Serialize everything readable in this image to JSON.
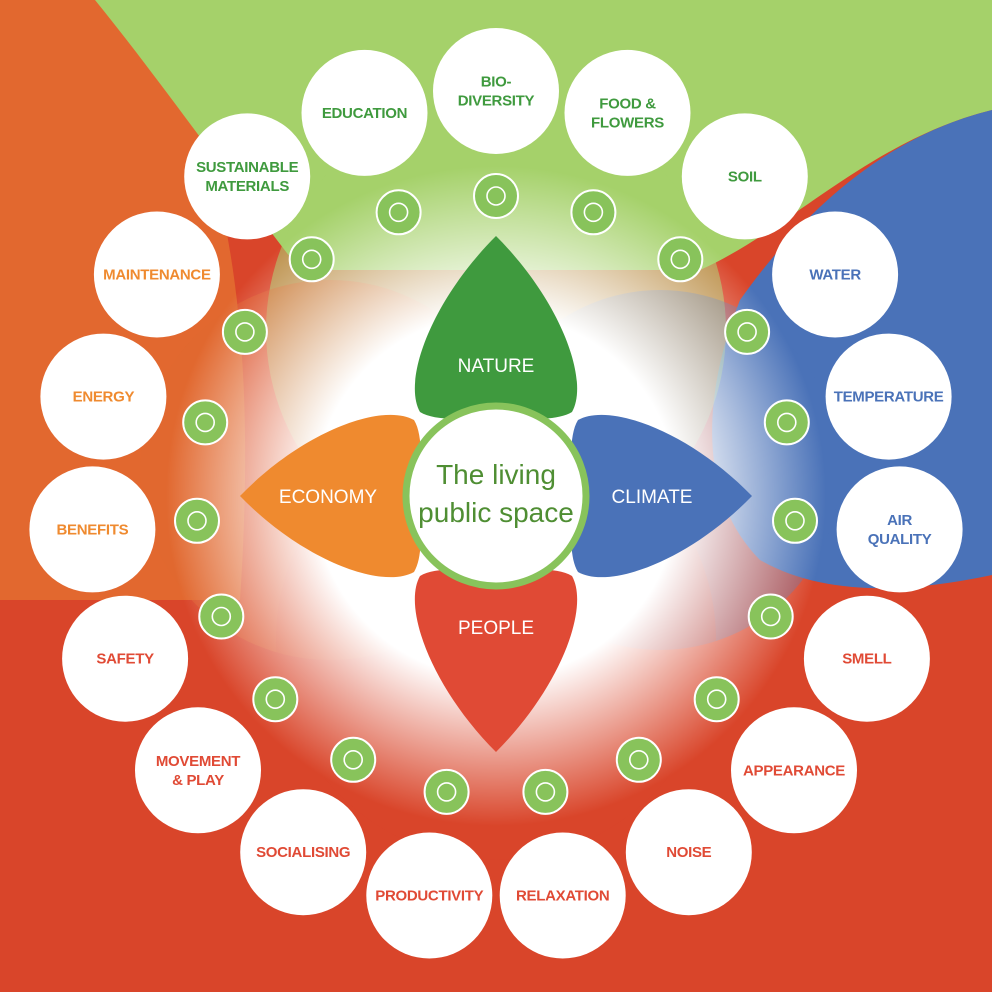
{
  "title_lines": [
    "The living",
    "public space"
  ],
  "colors": {
    "nature": "#3f9a3e",
    "climate": "#4a72b8",
    "economy": "#ef8a2f",
    "people": "#e04a35",
    "icon_bg": "#88c35b",
    "bg_green": "#a5d16a",
    "bg_orange": "#e2682f",
    "bg_blue": "#4a72b8",
    "bg_red": "#d9452a"
  },
  "petals": {
    "nature": "NATURE",
    "climate": "CLIMATE",
    "economy": "ECONOMY",
    "people": "PEOPLE"
  },
  "items": [
    {
      "id": "biodiversity",
      "label": [
        "BIO-",
        "DIVERSITY"
      ],
      "category": "nature",
      "icon": "bee-icon"
    },
    {
      "id": "food-flowers",
      "label": [
        "FOOD &",
        "FLOWERS"
      ],
      "category": "nature",
      "icon": "flower-icon"
    },
    {
      "id": "soil",
      "label": [
        "SOIL"
      ],
      "category": "nature",
      "icon": "sprout-icon"
    },
    {
      "id": "water",
      "label": [
        "WATER"
      ],
      "category": "climate",
      "icon": "water-drop-icon"
    },
    {
      "id": "temperature",
      "label": [
        "TEMPERATURE"
      ],
      "category": "climate",
      "icon": "thermometer-icon"
    },
    {
      "id": "air-quality",
      "label": [
        "AIR",
        "QUALITY"
      ],
      "category": "climate",
      "icon": "leaf-icon"
    },
    {
      "id": "smell",
      "label": [
        "SMELL"
      ],
      "category": "people",
      "icon": "nose-icon"
    },
    {
      "id": "appearance",
      "label": [
        "APPEARANCE"
      ],
      "category": "people",
      "icon": "eye-icon"
    },
    {
      "id": "noise",
      "label": [
        "NOISE"
      ],
      "category": "people",
      "icon": "muted-speaker-icon"
    },
    {
      "id": "relaxation",
      "label": [
        "RELAXATION"
      ],
      "category": "people",
      "icon": "reclining-person-icon"
    },
    {
      "id": "productivity",
      "label": [
        "PRODUCTIVITY"
      ],
      "category": "people",
      "icon": "person-chart-icon"
    },
    {
      "id": "socialising",
      "label": [
        "SOCIALISING"
      ],
      "category": "people",
      "icon": "handshake-icon"
    },
    {
      "id": "movement-play",
      "label": [
        "MOVEMENT",
        "& PLAY"
      ],
      "category": "people",
      "icon": "walking-person-icon"
    },
    {
      "id": "safety",
      "label": [
        "SAFETY"
      ],
      "category": "people",
      "icon": "fence-icon"
    },
    {
      "id": "benefits",
      "label": [
        "BENEFITS"
      ],
      "category": "economy",
      "icon": "euro-hands-icon"
    },
    {
      "id": "energy",
      "label": [
        "ENERGY"
      ],
      "category": "economy",
      "icon": "solar-panel-icon"
    },
    {
      "id": "maintenance",
      "label": [
        "MAINTENANCE"
      ],
      "category": "economy",
      "icon": "trowel-plant-icon"
    },
    {
      "id": "sustainable-materials",
      "label": [
        "SUSTAINABLE",
        "MATERIALS"
      ],
      "category": "nature",
      "icon": "tag-icon"
    },
    {
      "id": "education",
      "label": [
        "EDUCATION"
      ],
      "category": "nature",
      "icon": "graduation-cap-icon"
    }
  ]
}
